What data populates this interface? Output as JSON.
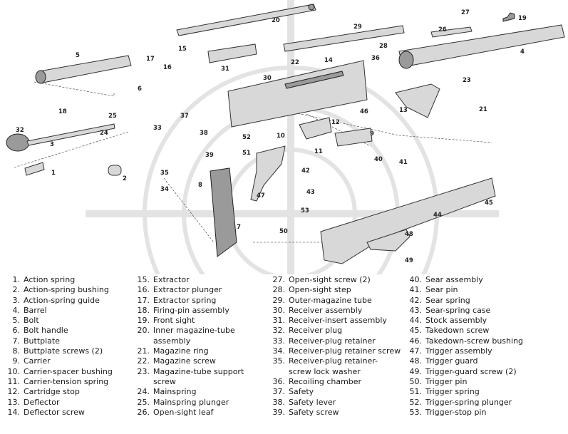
{
  "callouts": [
    "1",
    "2",
    "3",
    "4",
    "5",
    "6",
    "7",
    "8",
    "9",
    "10",
    "11",
    "12",
    "13",
    "14",
    "15",
    "16",
    "17",
    "18",
    "19",
    "20",
    "21",
    "22",
    "23",
    "24",
    "25",
    "26",
    "27",
    "28",
    "29",
    "30",
    "31",
    "32",
    "33",
    "34",
    "35",
    "36",
    "37",
    "38",
    "39",
    "40",
    "41",
    "42",
    "43",
    "44",
    "45",
    "46",
    "47",
    "48",
    "49",
    "50",
    "51",
    "52",
    "53"
  ],
  "legend": {
    "col1": [
      {
        "num": "1.",
        "name": "Action spring"
      },
      {
        "num": "2.",
        "name": "Action-spring bushing"
      },
      {
        "num": "3.",
        "name": "Action-spring guide"
      },
      {
        "num": "4.",
        "name": "Barrel"
      },
      {
        "num": "5.",
        "name": "Bolt"
      },
      {
        "num": "6.",
        "name": "Bolt handle"
      },
      {
        "num": "7.",
        "name": "Buttplate"
      },
      {
        "num": "8.",
        "name": "Buttplate screws (2)"
      },
      {
        "num": "9.",
        "name": "Carrier"
      },
      {
        "num": "10.",
        "name": "Carrier-spacer bushing"
      },
      {
        "num": "11.",
        "name": "Carrier-tension spring"
      },
      {
        "num": "12.",
        "name": "Cartridge stop"
      },
      {
        "num": "13.",
        "name": "Deflector"
      },
      {
        "num": "14.",
        "name": "Deflector screw"
      }
    ],
    "col2": [
      {
        "num": "15.",
        "name": "Extractor"
      },
      {
        "num": "16.",
        "name": "Extractor plunger"
      },
      {
        "num": "17.",
        "name": "Extractor spring"
      },
      {
        "num": "18.",
        "name": "Firing-pin assembly"
      },
      {
        "num": "19.",
        "name": "Front sight"
      },
      {
        "num": "20.",
        "name": "Inner magazine-tube"
      },
      {
        "num": "",
        "name": "assembly"
      },
      {
        "num": "21.",
        "name": "Magazine ring"
      },
      {
        "num": "22.",
        "name": "Magazine screw"
      },
      {
        "num": "23.",
        "name": "Magazine-tube support"
      },
      {
        "num": "",
        "name": "screw"
      },
      {
        "num": "24.",
        "name": "Mainspring"
      },
      {
        "num": "25.",
        "name": "Mainspring plunger"
      },
      {
        "num": "26.",
        "name": "Open-sight leaf"
      }
    ],
    "col3": [
      {
        "num": "27.",
        "name": "Open-sight screw (2)"
      },
      {
        "num": "28.",
        "name": "Open-sight step"
      },
      {
        "num": "29.",
        "name": "Outer-magazine tube"
      },
      {
        "num": "30.",
        "name": "Receiver assembly"
      },
      {
        "num": "31.",
        "name": "Receiver-insert assembly"
      },
      {
        "num": "32.",
        "name": "Receiver plug"
      },
      {
        "num": "33.",
        "name": "Receiver-plug retainer"
      },
      {
        "num": "34.",
        "name": "Receiver-plug retainer screw"
      },
      {
        "num": "35.",
        "name": "Receiver-plug retainer-"
      },
      {
        "num": "",
        "name": "screw lock washer"
      },
      {
        "num": "36.",
        "name": "Recoiling chamber"
      },
      {
        "num": "37.",
        "name": "Safety"
      },
      {
        "num": "38.",
        "name": "Safety lever"
      },
      {
        "num": "39.",
        "name": "Safety screw"
      }
    ],
    "col4": [
      {
        "num": "40.",
        "name": "Sear assembly"
      },
      {
        "num": "41.",
        "name": "Sear pin"
      },
      {
        "num": "42.",
        "name": "Sear spring"
      },
      {
        "num": "43.",
        "name": "Sear-spring case"
      },
      {
        "num": "44.",
        "name": "Stock assembly"
      },
      {
        "num": "45.",
        "name": "Takedown screw"
      },
      {
        "num": "46.",
        "name": "Takedown-screw  bushing"
      },
      {
        "num": "47.",
        "name": "Trigger assembly"
      },
      {
        "num": "48.",
        "name": "Trigger guard"
      },
      {
        "num": "49.",
        "name": "Trigger-guard screw (2)"
      },
      {
        "num": "50.",
        "name": "Trigger pin"
      },
      {
        "num": "51.",
        "name": "Trigger spring"
      },
      {
        "num": "52.",
        "name": "Trigger-spring plunger"
      },
      {
        "num": "53.",
        "name": "Trigger-stop pin"
      }
    ]
  }
}
